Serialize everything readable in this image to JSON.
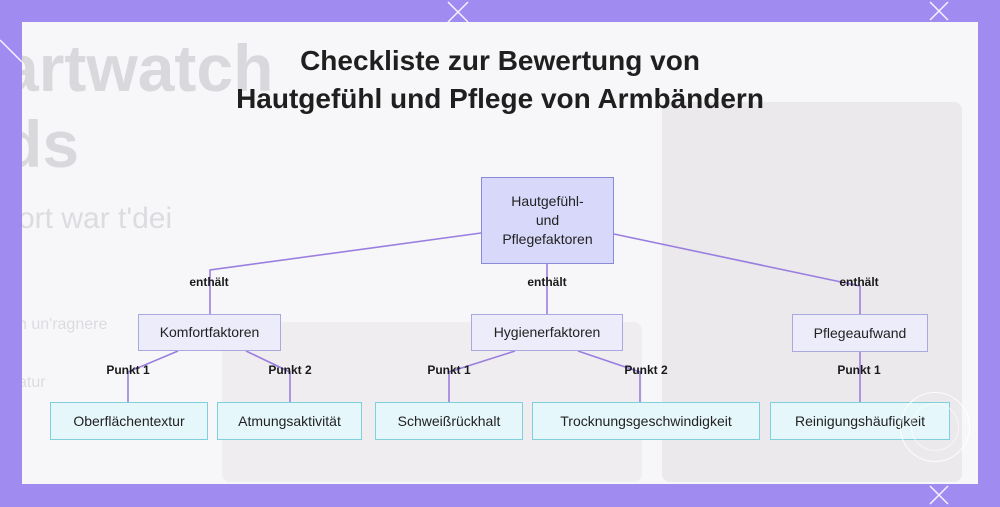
{
  "background_text": {
    "line1": "artwatch",
    "line2": "ds",
    "line3": "ort war t'dei",
    "line4": "n un'ragnere",
    "line5": "atur"
  },
  "title": {
    "line1": "Checkliste zur Bewertung von",
    "line2": "Hautgefühl und Pflege von Armbändern"
  },
  "diagram": {
    "root": {
      "label": "Hautgefühl-\nund\nPflegefaktoren"
    },
    "categories": [
      {
        "label": "Komfortfaktoren",
        "edge_label": "enthält",
        "children": [
          {
            "label": "Oberflächentextur",
            "edge_label": "Punkt 1"
          },
          {
            "label": "Atmungsaktivität",
            "edge_label": "Punkt 2"
          }
        ]
      },
      {
        "label": "Hygienerfaktoren",
        "edge_label": "enthält",
        "children": [
          {
            "label": "Schweißrückhalt",
            "edge_label": "Punkt 1"
          },
          {
            "label": "Trocknungsgeschwindigkeit",
            "edge_label": "Punkt 2"
          }
        ]
      },
      {
        "label": "Pflegeaufwand",
        "edge_label": "enthält",
        "children": [
          {
            "label": "Reinigungshäufigkeit",
            "edge_label": "Punkt 1"
          }
        ]
      }
    ]
  },
  "colors": {
    "frame": "#a08cf0",
    "edge": "#9b7fe0",
    "root_fill": "#d8d8fb",
    "category_fill": "#ececfb",
    "leaf_fill": "#e6f7fb",
    "leaf_border": "#7fd0dc"
  }
}
